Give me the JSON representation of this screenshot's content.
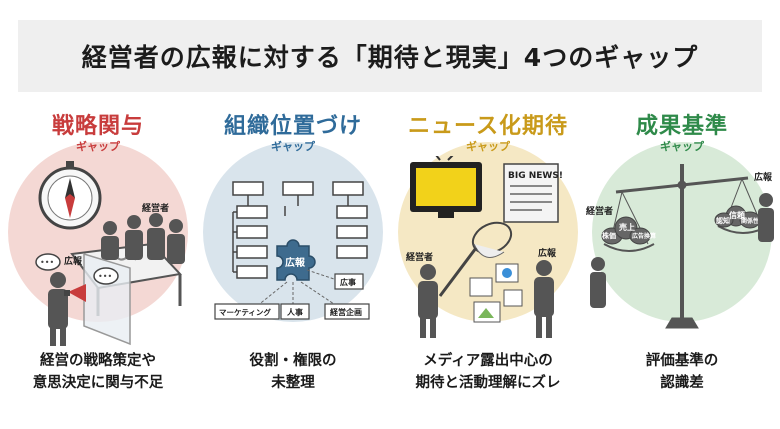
{
  "title": "経営者の広報に対する「期待と現実」4つのギャップ",
  "colors": {
    "red": "#c83c3c",
    "blue": "#2f6b9a",
    "yellow": "#c99a1a",
    "green": "#2f8a4a",
    "red_bg": "#f4d8d4",
    "blue_bg": "#d9e4ec",
    "yellow_bg": "#f5e8c4",
    "green_bg": "#d8ead8"
  },
  "panels": [
    {
      "heading": "戦略関与",
      "sub": "ギャップ",
      "labels": {
        "executive": "経営者",
        "pr": "広報"
      },
      "desc": [
        "経営の戦略策定や",
        "意思決定に関与不足"
      ]
    },
    {
      "heading": "組織位置づけ",
      "sub": "ギャップ",
      "labels": {
        "pr": "広報",
        "hr": "人事",
        "marketing": "マーケティング",
        "planning": "経営企画",
        "pr_box": "広事"
      },
      "desc": [
        "役割・権限の",
        "未整理"
      ]
    },
    {
      "heading": "ニュース化期待",
      "sub": "ギャップ",
      "labels": {
        "newspaper": "BIG NEWS!",
        "executive": "経営者",
        "pr": "広報"
      },
      "desc": [
        "メディア露出中心の",
        "期待と活動理解にズレ"
      ]
    },
    {
      "heading": "成果基準",
      "sub": "ギャップ",
      "labels": {
        "executive": "経営者",
        "pr": "広報",
        "sales": "売上",
        "stock": "株価",
        "ad": "広告換算",
        "trust": "信頼",
        "recognition": "認知",
        "relation": "関係性"
      },
      "desc": [
        "評価基準の",
        "認識差"
      ]
    }
  ]
}
